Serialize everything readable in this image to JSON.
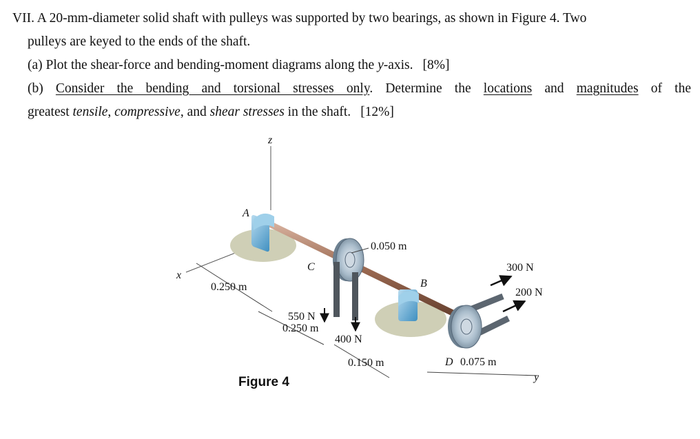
{
  "problem": {
    "heading": "VII. A 20-mm-diameter solid shaft with pulleys was supported by two bearings, as shown in Figure 4. Two",
    "heading_cont": "pulleys are keyed to the ends of the shaft.",
    "part_a": {
      "pre": "(a) Plot the shear-force and bending-moment diagrams along the ",
      "axis": "y",
      "post": "-axis.",
      "marks": "[8%]"
    },
    "part_b": {
      "prefix": "(b) ",
      "underlined1": "Consider the bending and torsional stresses only",
      "mid1": ". Determine the ",
      "underlined2": "locations",
      "mid2": " and ",
      "underlined3": "magnitudes",
      "mid3": " of the",
      "line2_pre": "greatest ",
      "tensile": "tensile",
      "comma1": ", ",
      "compressive": "compressive",
      "and": ", and ",
      "shear": "shear stresses",
      "line2_post": " in the shaft.",
      "marks": "[12%]"
    }
  },
  "figure": {
    "caption": "Figure 4",
    "axes": {
      "z": "z",
      "x": "x",
      "y": "y"
    },
    "points": {
      "A": "A",
      "B": "B",
      "C": "C",
      "D": "D"
    },
    "dims": {
      "d1": "0.250 m",
      "d2": "0.250 m",
      "d3": "0.150 m",
      "d4": "0.075 m",
      "d5": "0.050 m"
    },
    "loads": {
      "f550": "550 N",
      "f400": "400 N",
      "f300": "300 N",
      "f200": "200 N"
    },
    "colors": {
      "shaft": "#8a5a44",
      "bearing": "#6fb0d6",
      "pulley": "#9fb3c4",
      "shadow": "#c9c9b0",
      "belt": "#5c6670"
    }
  }
}
